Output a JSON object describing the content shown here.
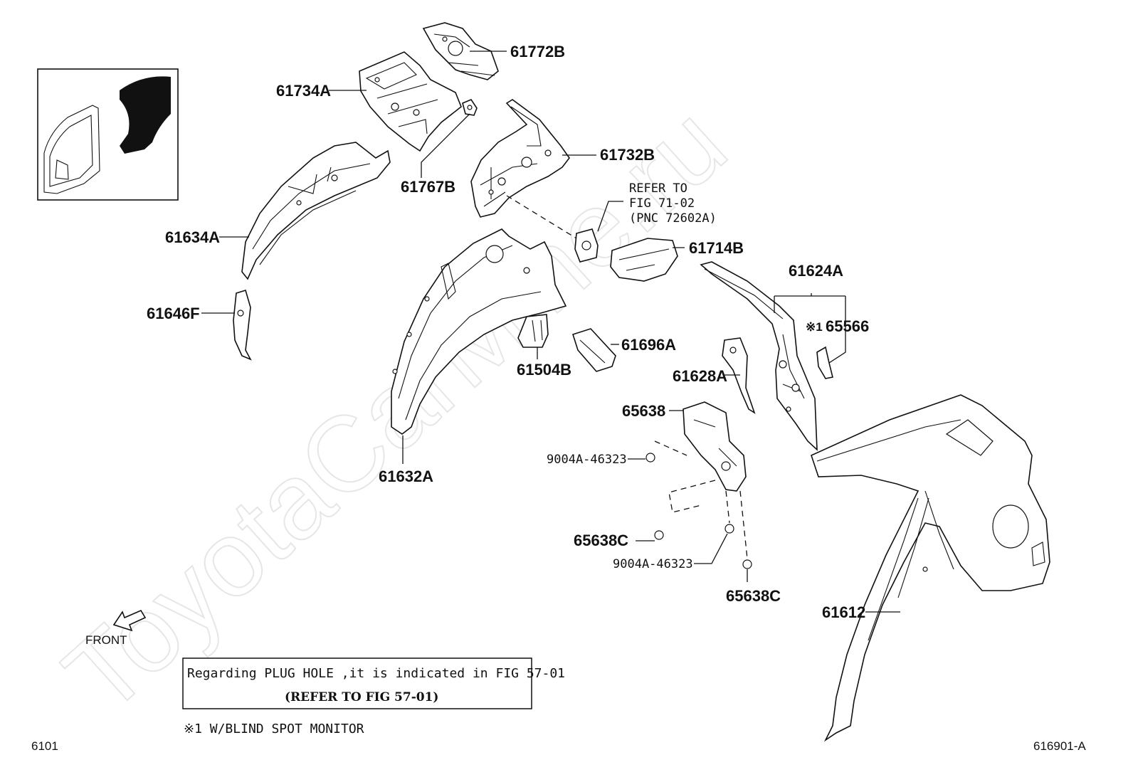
{
  "watermark": "ToyotaCarMine.ru",
  "parts": {
    "p61772B": "61772B",
    "p61734A": "61734A",
    "p61767B": "61767B",
    "p61732B": "61732B",
    "p61634A": "61634A",
    "p61646F": "61646F",
    "p61714B": "61714B",
    "p61624A": "61624A",
    "p65566": "65566",
    "p61696A": "61696A",
    "p61504B": "61504B",
    "p61628A": "61628A",
    "p65638": "65638",
    "p9004A_1": "9004A-46323",
    "p61632A": "61632A",
    "p65638C_1": "65638C",
    "p9004A_2": "9004A-46323",
    "p65638C_2": "65638C",
    "p61612": "61612"
  },
  "refer": {
    "line1": "REFER TO",
    "line2": "FIG 71-02",
    "line3": "(PNC 72602A)"
  },
  "note_mark": "※1",
  "front_label": "FRONT",
  "notice": {
    "line1": "Regarding PLUG HOLE ,it is indicated in FIG 57-01",
    "line2": "(REFER TO FIG 57-01)"
  },
  "footnote": "※1 W/BLIND SPOT MONITOR",
  "page_left": "6101",
  "page_right": "616901-A"
}
